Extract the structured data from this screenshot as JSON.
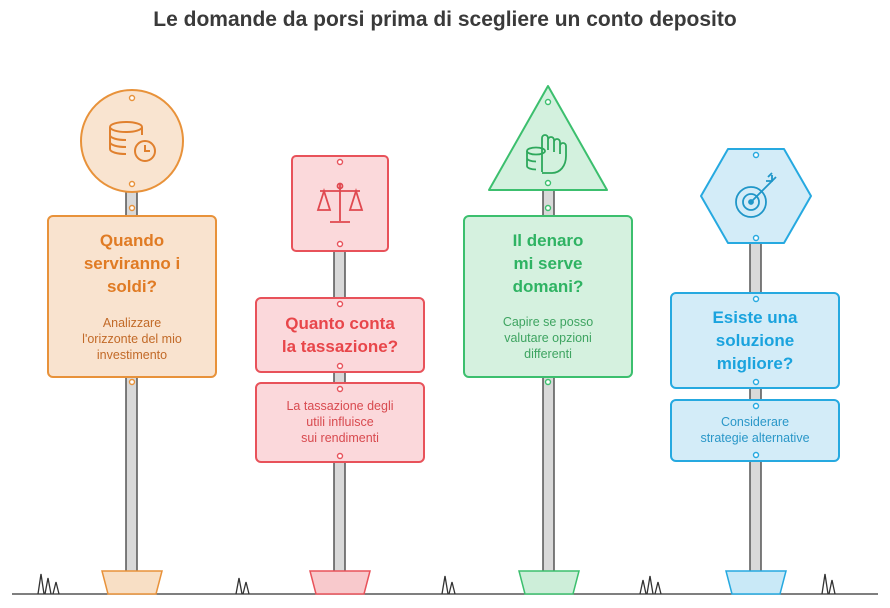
{
  "title": "Le domande da porsi prima di scegliere un conto deposito",
  "signs": [
    {
      "question": "Quando\nserviranno i\nsoldi?",
      "description": "Analizzare\nl'orizzonte del mio\ninvestimento",
      "icon": "coins-clock-icon",
      "color": "#e8923a"
    },
    {
      "question": "Quanto conta\nla tassazione?",
      "description": "La tassazione degli\nutili influisce\nsui rendimenti",
      "icon": "scale-balance-icon",
      "color": "#e8525a"
    },
    {
      "question": "Il denaro\nmi serve\ndomani?",
      "description": "Capire se posso\nvalutare opzioni\ndifferenti",
      "icon": "hand-coins-icon",
      "color": "#3cbf6e"
    },
    {
      "question": "Esiste una\nsoluzione\nmigliore?",
      "description": "Considerare\nstrategie alternative",
      "icon": "target-arrow-icon",
      "color": "#26a9e0"
    }
  ]
}
